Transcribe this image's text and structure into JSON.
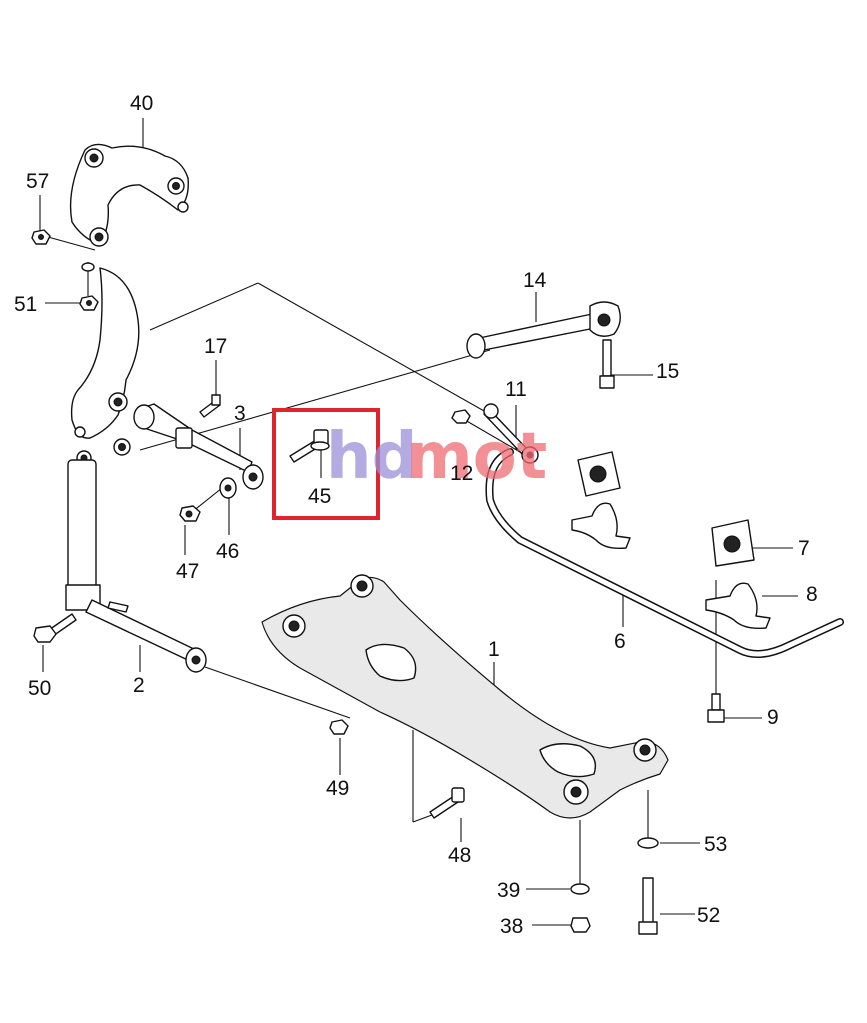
{
  "callouts": {
    "p1": "1",
    "p2": "2",
    "p3": "3",
    "p6": "6",
    "p7": "7",
    "p8": "8",
    "p9": "9",
    "p11": "11",
    "p12": "12",
    "p14": "14",
    "p15": "15",
    "p17": "17",
    "p38": "38",
    "p39": "39",
    "p40": "40",
    "p45": "45",
    "p46": "46",
    "p47": "47",
    "p48": "48",
    "p49": "49",
    "p50": "50",
    "p51": "51",
    "p52": "52",
    "p53": "53",
    "p57": "57"
  },
  "watermark": {
    "part1": "hd",
    "part2": "mot"
  },
  "highlight": {
    "part_number": "45",
    "color": "#e0242c"
  },
  "colors": {
    "line": "#111111",
    "watermark_blue": "#9b8fd8",
    "watermark_red": "#ef6b73"
  }
}
